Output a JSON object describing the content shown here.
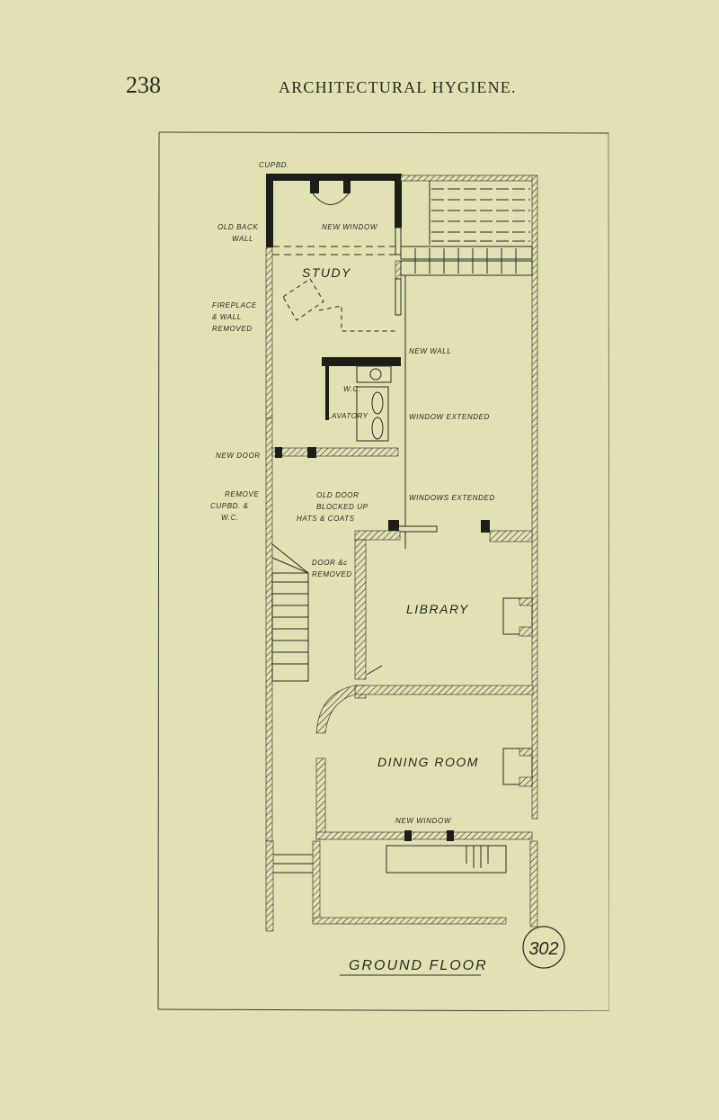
{
  "page": {
    "number": "238",
    "running_head": "ARCHITECTURAL HYGIENE."
  },
  "plan": {
    "title": "GROUND FLOOR",
    "figure_number": "302",
    "rooms": {
      "study": "STUDY",
      "library": "LIBRARY",
      "dining_room": "DINING ROOM"
    },
    "annotations": {
      "cupbd": "CUPBD.",
      "old_back_wall_1": "OLD BACK",
      "old_back_wall_2": "WALL",
      "new_window_top": "NEW WINDOW",
      "fireplace_1": "FIREPLACE",
      "fireplace_2": "& WALL",
      "fireplace_3": "REMOVED",
      "new_wall": "NEW WALL",
      "wc": "W.C.",
      "lavatory": "LAVATORY",
      "window_extended": "WINDOW EXTENDED",
      "new_door": "NEW DOOR",
      "remove_1": "REMOVE",
      "remove_2": "CUPBD. &",
      "remove_3": "W.C.",
      "old_door_1": "OLD DOOR",
      "old_door_2": "BLOCKED UP",
      "hats_coats": "HATS & COATS",
      "windows_extended": "WINDOWS EXTENDED",
      "door_removed_1": "DOOR &c",
      "door_removed_2": "REMOVED",
      "new_window_bottom": "NEW WINDOW"
    }
  }
}
